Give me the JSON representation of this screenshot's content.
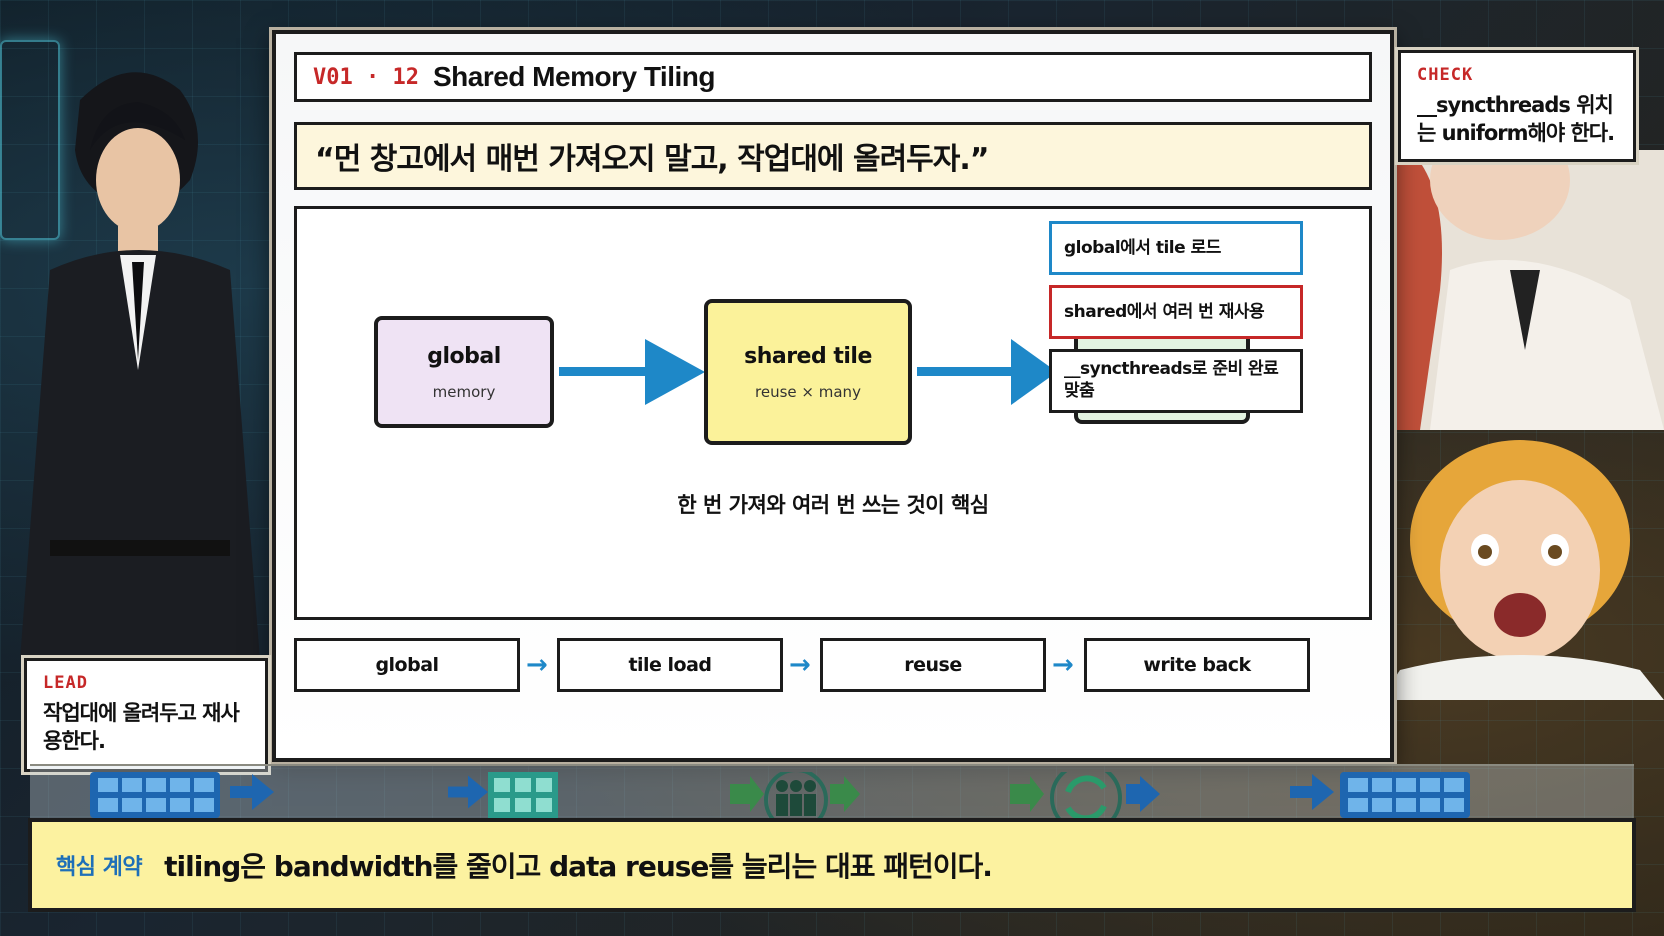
{
  "slide": {
    "code": "V01 · 12",
    "title": "Shared Memory Tiling",
    "quote": "“먼 창고에서 매번 가져오지 말고, 작업대에 올려두자.”"
  },
  "diagram": {
    "nodes": [
      {
        "title": "global",
        "sub": "memory"
      },
      {
        "title": "shared tile",
        "sub": "reuse × many"
      },
      {
        "title": "output",
        "sub": ""
      }
    ],
    "caption": "한 번 가져와 여러 번 쓰는 것이 핵심",
    "notes": [
      "global에서 tile 로드",
      "shared에서 여러 번 재사용",
      "__syncthreads로 준비 완료 맞춤"
    ]
  },
  "steps": [
    "global",
    "tile load",
    "reuse",
    "write back"
  ],
  "check_card": {
    "label": "CHECK",
    "text": "__syncthreads 위치는 uniform해야 한다."
  },
  "lead_card": {
    "label": "LEAD",
    "text": "작업대에 올려두고 재사용한다."
  },
  "banner": {
    "label": "핵심 계약",
    "text": "tiling은 bandwidth를 줄이고 data reuse를 늘리는 대표 패턴이다."
  },
  "colors": {
    "accent_blue": "#1e88c8",
    "accent_red": "#c62828",
    "global_node": "#efe3f4",
    "shared_node": "#fbf29a",
    "banner_bg": "#fcf2a0"
  }
}
